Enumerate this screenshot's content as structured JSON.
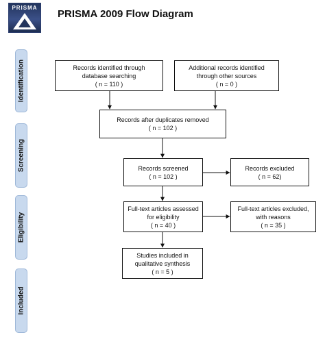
{
  "header": {
    "logo_text": "PRISMA",
    "title": "PRISMA 2009 Flow Diagram"
  },
  "stages": {
    "identification": "Identification",
    "screening": "Screening",
    "eligibility": "Eligibility",
    "included": "Included"
  },
  "boxes": {
    "database": {
      "line1": "Records identified through",
      "line2": "database searching",
      "count": "( n = 110 )"
    },
    "other": {
      "line1": "Additional records identified",
      "line2": "through other sources",
      "count": "( n = 0 )"
    },
    "duplicates": {
      "line1": "Records after duplicates removed",
      "count": "( n = 102 )"
    },
    "screened": {
      "line1": "Records screened",
      "count": "( n = 102 )"
    },
    "excluded": {
      "line1": "Records excluded",
      "count": "( n = 62)"
    },
    "fulltext": {
      "line1": "Full-text articles assessed",
      "line2": "for eligibility",
      "count": "( n = 40 )"
    },
    "fulltext_excluded": {
      "line1": "Full-text articles excluded,",
      "line2": "with reasons",
      "count": "( n = 35 )"
    },
    "included": {
      "line1": "Studies included in",
      "line2": "qualitative synthesis",
      "count": "( n = 5 )"
    }
  },
  "colors": {
    "stage_fill": "#c8d9ee",
    "stage_border": "#9db7d8",
    "logo": "#22345c"
  }
}
